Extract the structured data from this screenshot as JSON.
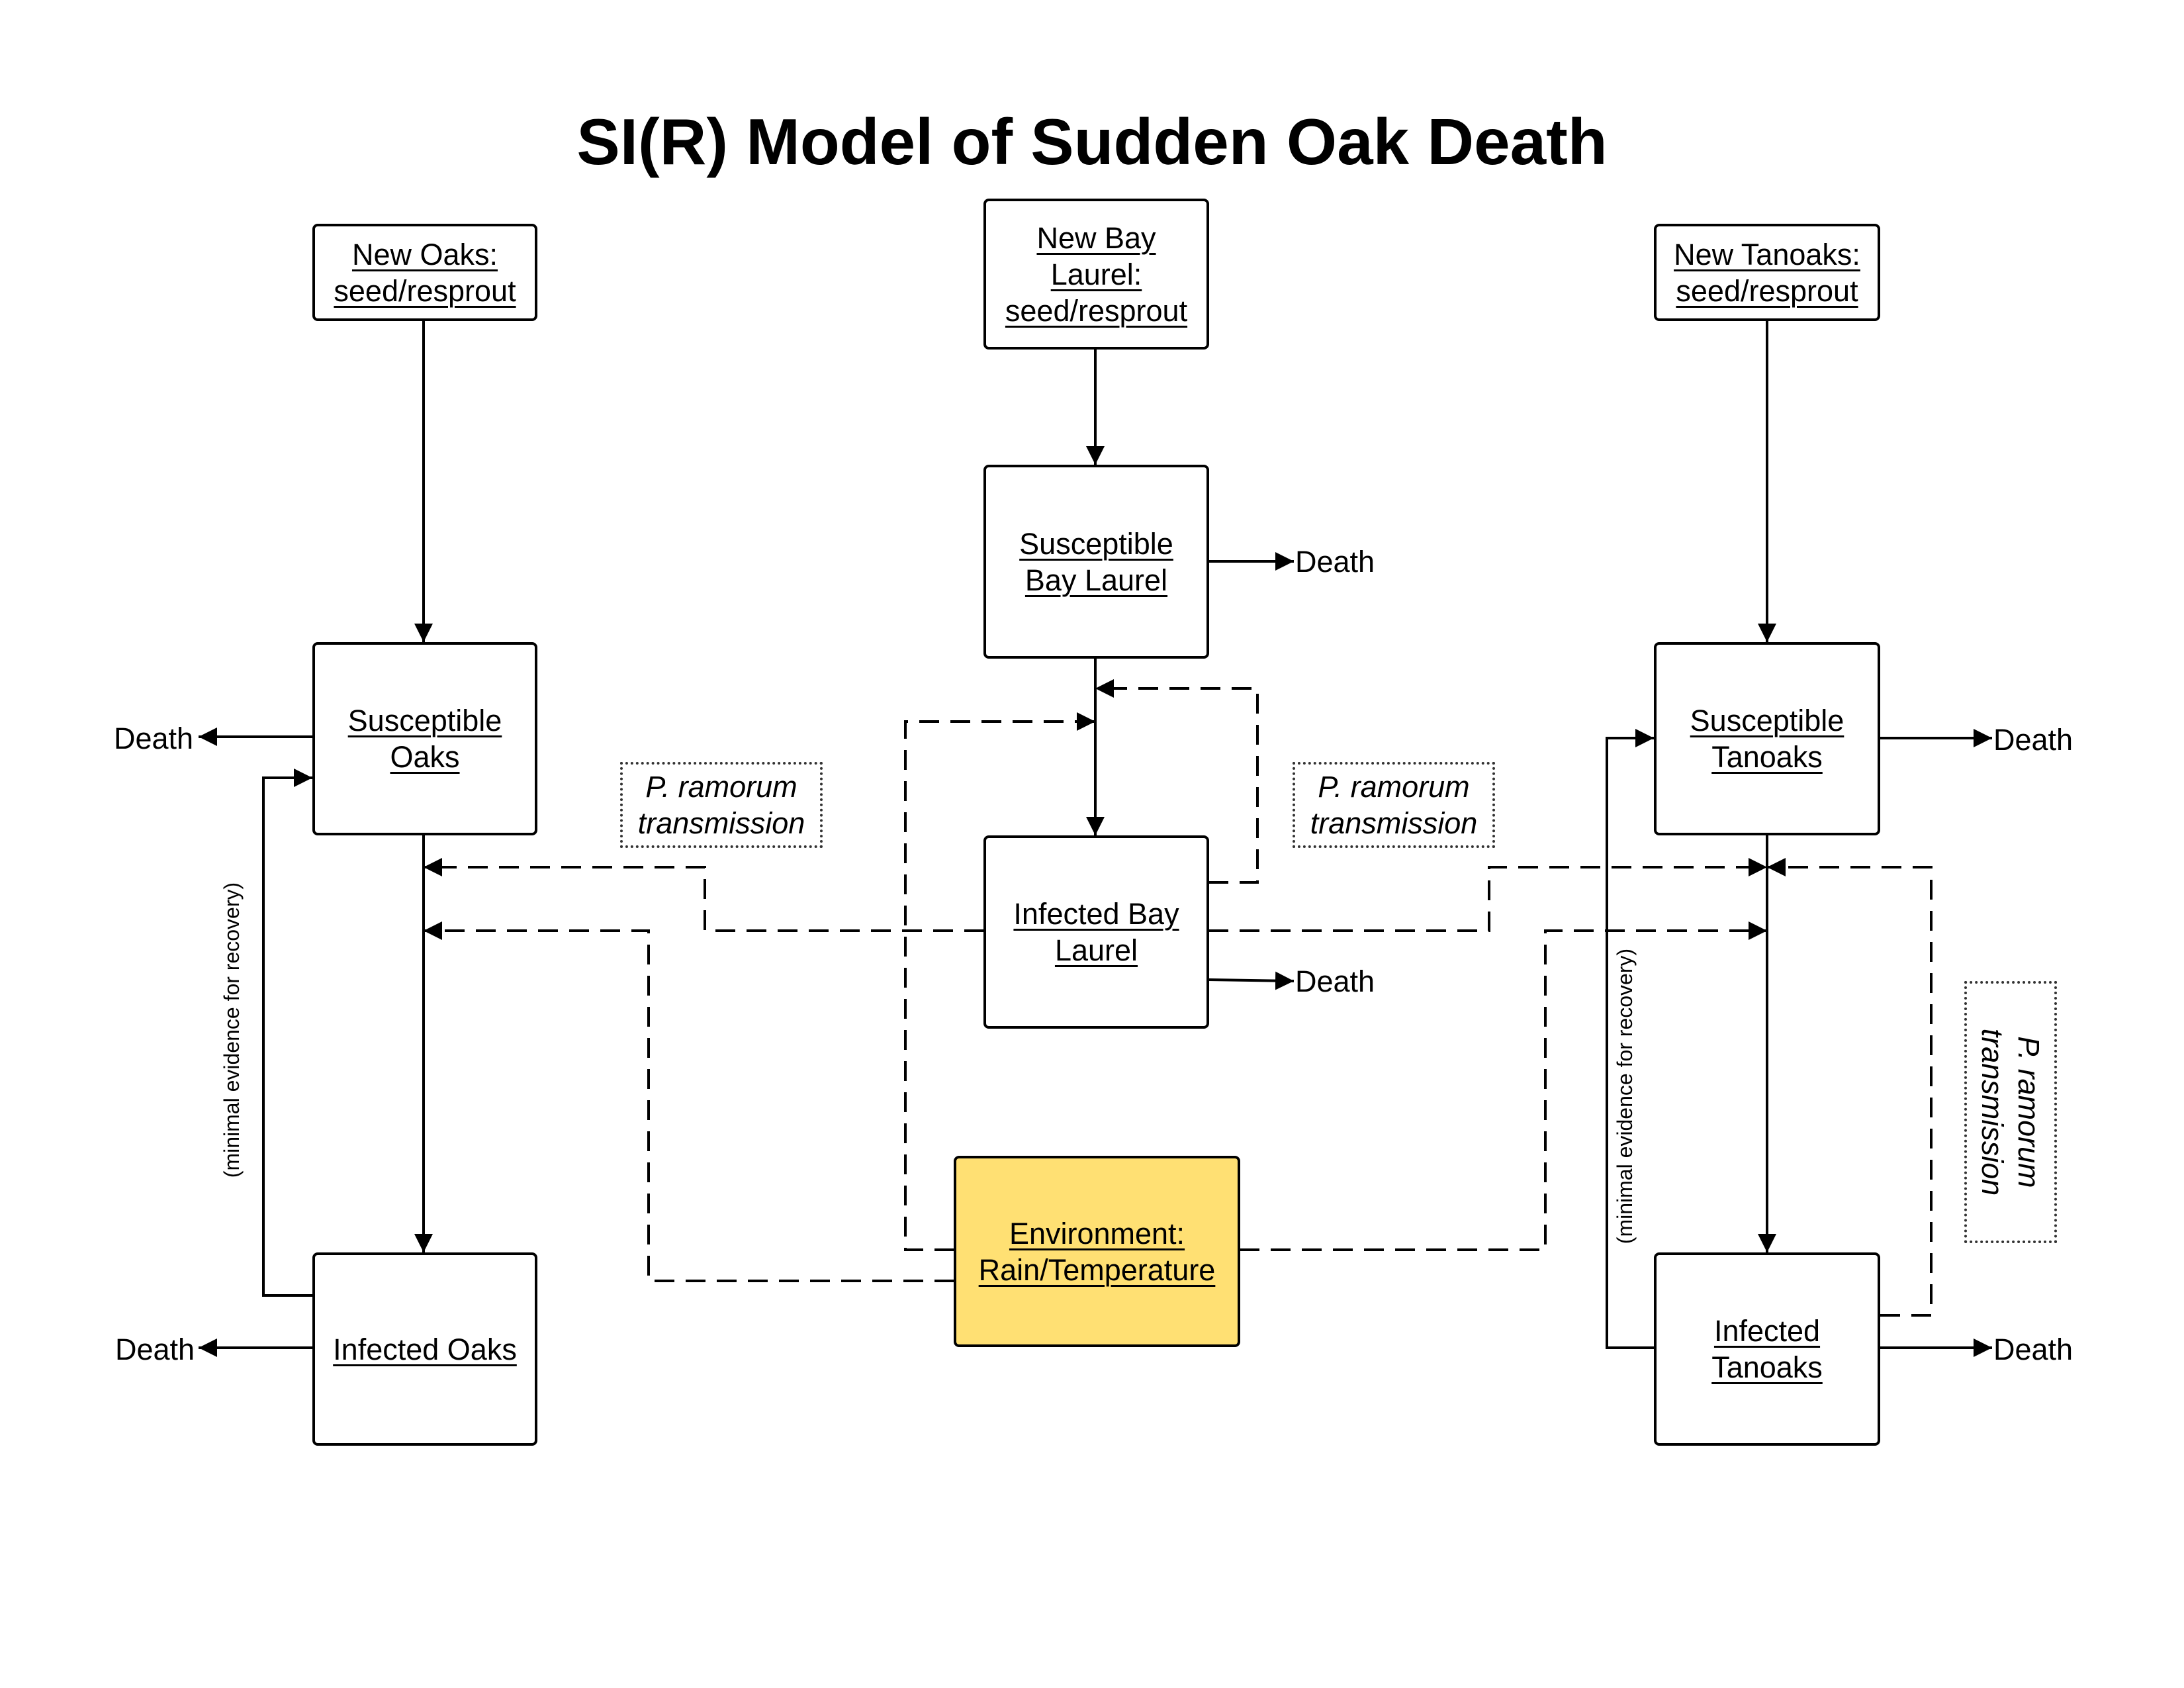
{
  "title": "SI(R) Model of Sudden Oak Death",
  "nodes": {
    "new_oaks": "New Oaks: seed/resprout",
    "new_bay_laurel": "New Bay Laurel: seed/resprout",
    "new_tanoaks": "New Tanoaks: seed/resprout",
    "susceptible_bay_laurel": "Susceptible Bay Laurel",
    "susceptible_oaks": "Susceptible Oaks",
    "susceptible_tanoaks": "Susceptible Tanoaks",
    "infected_bay_laurel": "Infected Bay Laurel",
    "infected_oaks": "Infected Oaks",
    "infected_tanoaks": "Infected Tanoaks",
    "environment": "Environment: Rain/Temperature"
  },
  "notes": {
    "transmission_oaks": "P. ramorum transmission",
    "transmission_laurel": "P. ramorum transmission",
    "transmission_tanoaks": "P. ramorum transmission"
  },
  "labels": {
    "death": "Death",
    "recovery_oaks": "(minimal evidence for recovery)",
    "recovery_tanoaks": "(minimal evidence for recovery)"
  },
  "colors": {
    "environment_fill": "#ffe073",
    "line": "#000000"
  }
}
